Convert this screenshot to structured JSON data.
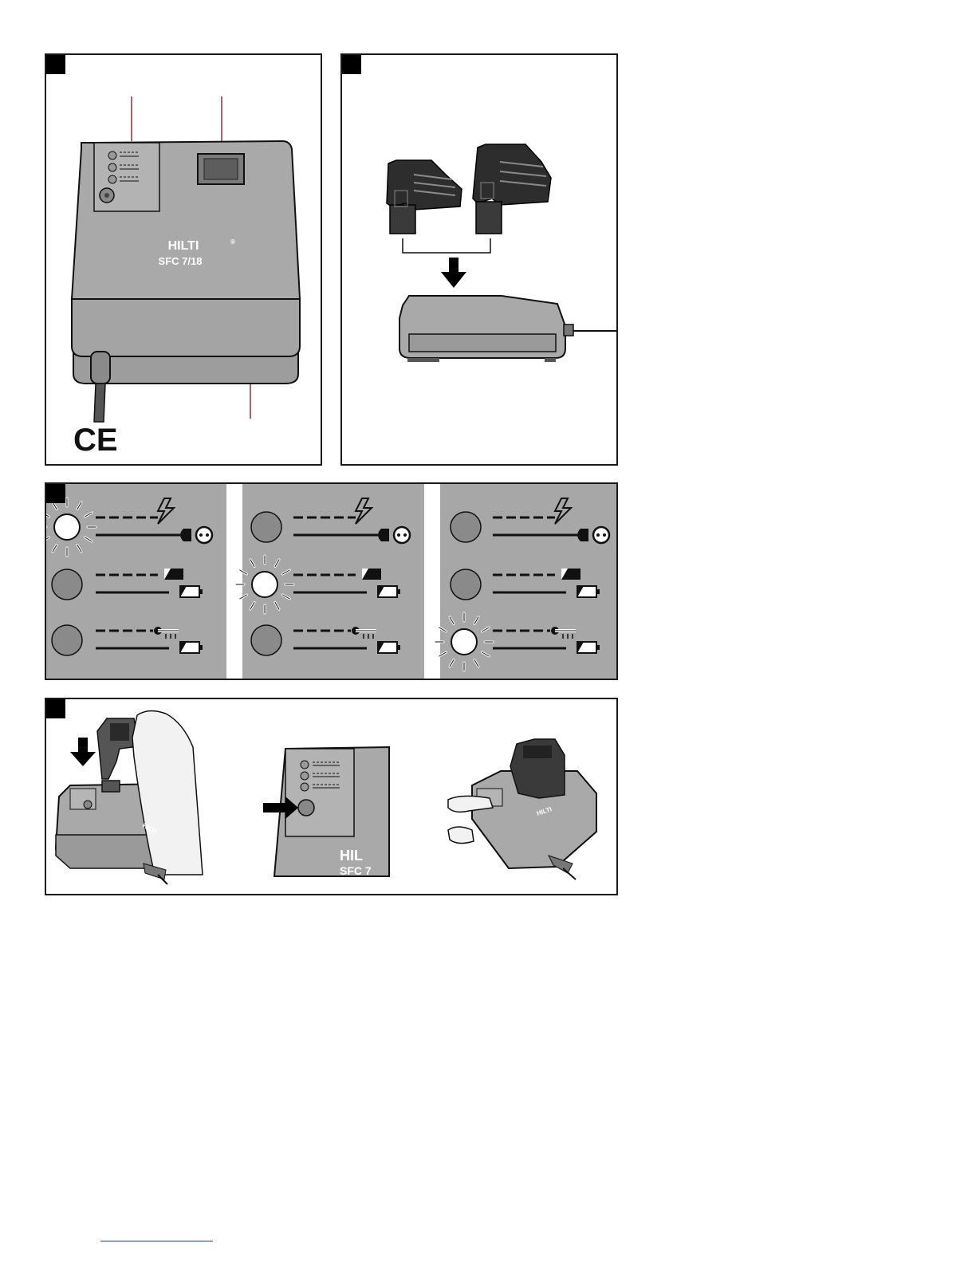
{
  "figures": {
    "fig1": {
      "brand": "HILTI",
      "model": "SFC 7/18",
      "registered_mark": "®",
      "cert_mark": "CE"
    },
    "fig2": {},
    "fig3": {
      "states": [
        "power-led-blinking",
        "charge-led-blinking",
        "temperature-led-blinking"
      ]
    },
    "fig4": {
      "brand": "HILTI",
      "model_partial": "SFC 7",
      "brand_partial": "HIL"
    }
  },
  "colors": {
    "device_grey": "#a4a4a4",
    "device_light": "#b4b4b4",
    "panel_grey": "#a7a7a7",
    "callout_red": "#9b2c3e",
    "ink": "#111111",
    "link_blue": "#1c3f9c"
  },
  "icons": [
    "lightning-icon",
    "plug-icon",
    "socket-icon",
    "battery-full-icon",
    "battery-empty-icon",
    "thermometer-icon",
    "arrow-down-icon",
    "arrow-right-icon",
    "hand-icon"
  ]
}
